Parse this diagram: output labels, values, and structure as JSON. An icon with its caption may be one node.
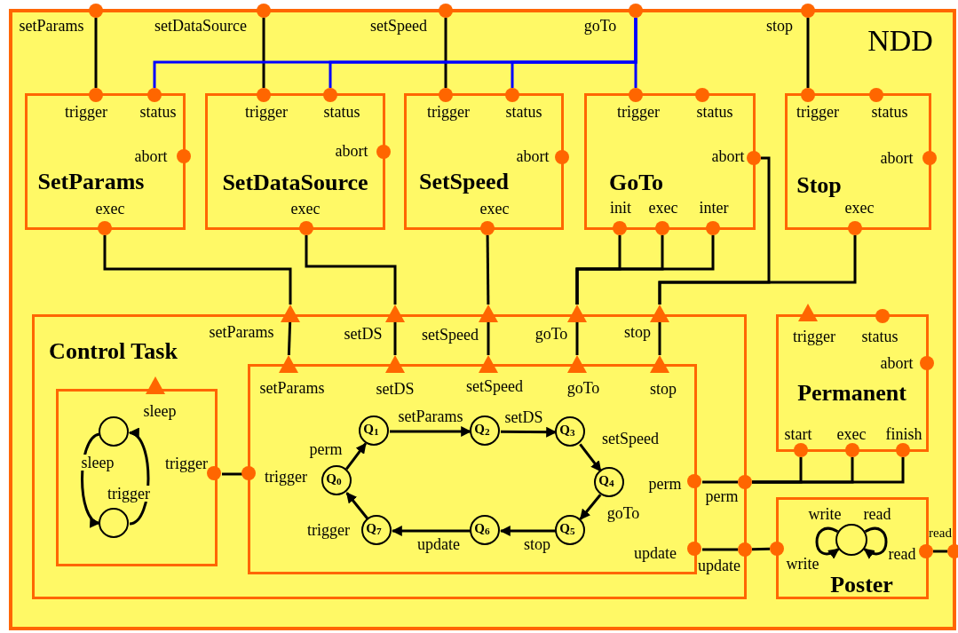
{
  "diagram": {
    "nodes": [
      {
        "text": [
          "NDD"
        ]
      },
      {
        "text": [
          "SetParams"
        ],
        "in": 0
      },
      {
        "text": [
          "SetDataSource"
        ],
        "in": 0
      },
      {
        "text": [
          "SetSpeed"
        ],
        "in": 0
      },
      {
        "text": [
          "GoTo"
        ],
        "in": 0
      },
      {
        "text": [
          "Stop"
        ],
        "in": 0
      },
      {
        "text": [
          "Control Task"
        ],
        "in": 0
      },
      {
        "text": [],
        "shape": "box",
        "in": 6
      },
      {
        "text": [],
        "shape": "circle",
        "in": 7
      },
      {
        "text": [],
        "shape": "circle",
        "in": 7
      },
      {
        "text": [],
        "shape": "box",
        "in": 6
      },
      {
        "text": [
          "Q$_{0}$"
        ],
        "in": 10
      },
      {
        "text": [
          "Q$_{1}$"
        ],
        "in": 10
      },
      {
        "text": [
          "Q$_{2}$"
        ],
        "in": 10
      },
      {
        "text": [
          "Q$_{3}$"
        ],
        "in": 10
      },
      {
        "text": [
          "Q$_{4}$"
        ],
        "in": 10
      },
      {
        "text": [
          "Q$_{5}$"
        ],
        "in": 10
      },
      {
        "text": [
          "Q$_{6}$"
        ],
        "in": 10
      },
      {
        "text": [
          "Q$_{7}$"
        ],
        "in": 10
      },
      {
        "text": [
          "Permanent"
        ],
        "in": 0
      },
      {
        "text": [
          "Poster"
        ],
        "in": 0
      },
      {
        "text": [],
        "shape": "circle",
        "in": 20
      },
      {
        "text": [],
        "shape": "circle",
        "beside": [
          "setParams"
        ]
      },
      {
        "text": [],
        "shape": "circle",
        "beside": [
          "setDataSource"
        ]
      },
      {
        "text": [],
        "shape": "circle",
        "beside": [
          "setSpeed"
        ]
      },
      {
        "text": [],
        "shape": "circle",
        "beside": [
          "goTo"
        ]
      },
      {
        "text": [],
        "shape": "circle",
        "beside": [
          "stop"
        ]
      },
      {
        "text": [],
        "shape": "circle",
        "in": 0,
        "beside": [
          "trigger"
        ]
      },
      {
        "text": [],
        "shape": "circle",
        "in": 0,
        "beside": [
          "status"
        ]
      },
      {
        "text": [],
        "shape": "circle",
        "in": 1,
        "beside": [
          "abort"
        ]
      },
      {
        "text": [],
        "shape": "circle",
        "in": 1,
        "beside": [
          "exec"
        ]
      },
      {
        "text": [],
        "shape": "circle",
        "in": 0,
        "beside": [
          "trigger"
        ]
      },
      {
        "text": [],
        "shape": "circle",
        "in": 0,
        "beside": [
          "status"
        ]
      },
      {
        "text": [],
        "shape": "circle",
        "in": 2,
        "beside": [
          "abort"
        ]
      },
      {
        "text": [],
        "shape": "circle",
        "in": 2,
        "beside": [
          "exec"
        ]
      },
      {
        "text": [],
        "shape": "circle",
        "in": 0,
        "beside": [
          "trigger"
        ]
      },
      {
        "text": [],
        "shape": "circle",
        "in": 0,
        "beside": [
          "status"
        ]
      },
      {
        "text": [],
        "shape": "circle",
        "in": 3,
        "beside": [
          "abort"
        ]
      },
      {
        "text": [],
        "shape": "circle",
        "in": 3,
        "beside": [
          "exec"
        ]
      },
      {
        "text": [],
        "shape": "circle",
        "in": 0,
        "beside": [
          "trigger"
        ]
      },
      {
        "text": [],
        "shape": "circle",
        "in": 0,
        "beside": [
          "status"
        ]
      },
      {
        "text": [],
        "shape": "circle",
        "in": 4,
        "beside": [
          "abort"
        ]
      },
      {
        "text": [],
        "shape": "circle",
        "in": 4,
        "beside": [
          "init"
        ]
      },
      {
        "text": [],
        "shape": "circle",
        "in": 4,
        "beside": [
          "exec"
        ]
      },
      {
        "text": [],
        "shape": "circle",
        "in": 4,
        "beside": [
          "inter"
        ]
      },
      {
        "text": [],
        "shape": "circle",
        "in": 0,
        "beside": [
          "trigger"
        ]
      },
      {
        "text": [],
        "shape": "circle",
        "in": 0,
        "beside": [
          "status"
        ]
      },
      {
        "text": [],
        "shape": "circle",
        "in": 5,
        "beside": [
          "abort"
        ]
      },
      {
        "text": [],
        "shape": "circle",
        "in": 5,
        "beside": [
          "exec"
        ]
      },
      {
        "text": [],
        "shape": "triangle",
        "in": 0,
        "beside": [
          "setParams"
        ]
      },
      {
        "text": [],
        "shape": "triangle",
        "in": 0,
        "beside": [
          "setDS"
        ]
      },
      {
        "text": [],
        "shape": "triangle",
        "in": 0,
        "beside": [
          "setSpeed"
        ]
      },
      {
        "text": [],
        "shape": "triangle",
        "in": 0,
        "beside": [
          "goTo"
        ]
      },
      {
        "text": [],
        "shape": "triangle",
        "in": 0,
        "beside": [
          "stop"
        ]
      },
      {
        "text": [],
        "shape": "triangle",
        "in": 6,
        "beside": [
          "setParams"
        ]
      },
      {
        "text": [],
        "shape": "triangle",
        "in": 6,
        "beside": [
          "setDS"
        ]
      },
      {
        "text": [],
        "shape": "triangle",
        "in": 6,
        "beside": [
          "setSpeed"
        ]
      },
      {
        "text": [],
        "shape": "triangle",
        "in": 6,
        "beside": [
          "goTo"
        ]
      },
      {
        "text": [],
        "shape": "triangle",
        "in": 6,
        "beside": [
          "stop"
        ]
      },
      {
        "text": [],
        "shape": "triangle",
        "in": 6,
        "beside": [
          "sleep"
        ]
      },
      {
        "text": [],
        "shape": "circle",
        "in": 7,
        "beside": [
          "trigger"
        ]
      },
      {
        "text": [],
        "shape": "circle",
        "in": 10,
        "beside": [
          "trigger"
        ]
      },
      {
        "text": [],
        "shape": "circle",
        "in": 10,
        "beside": [
          "perm"
        ]
      },
      {
        "text": [],
        "shape": "circle",
        "in": 10,
        "beside": [
          "update"
        ]
      },
      {
        "text": [],
        "shape": "circle",
        "in": 6,
        "beside": [
          "perm"
        ]
      },
      {
        "text": [],
        "shape": "circle",
        "in": 6,
        "beside": [
          "update"
        ]
      },
      {
        "text": [],
        "shape": "triangle",
        "in": 0,
        "beside": [
          "trigger"
        ]
      },
      {
        "text": [],
        "shape": "circle",
        "in": 0,
        "beside": [
          "status"
        ]
      },
      {
        "text": [],
        "shape": "circle",
        "in": 19,
        "beside": [
          "abort"
        ]
      },
      {
        "text": [],
        "shape": "circle",
        "in": 19,
        "beside": [
          "start"
        ]
      },
      {
        "text": [],
        "shape": "circle",
        "in": 19,
        "beside": [
          "exec"
        ]
      },
      {
        "text": [],
        "shape": "circle",
        "in": 19,
        "beside": [
          "finish"
        ]
      },
      {
        "text": [],
        "shape": "circle",
        "in": 20,
        "beside": [
          "write"
        ]
      },
      {
        "text": [],
        "shape": "circle",
        "in": 20,
        "beside": [
          "read"
        ]
      },
      {
        "text": [],
        "shape": "circle",
        "in": 0,
        "beside": [
          "read"
        ]
      }
    ],
    "edges": [
      {
        "from": 22,
        "to": 27,
        "arrow": "none"
      },
      {
        "from": 23,
        "to": 31,
        "arrow": "none"
      },
      {
        "from": 24,
        "to": 35,
        "arrow": "none"
      },
      {
        "from": 25,
        "to": 39,
        "arrow": "none",
        "color": "#0000ff"
      },
      {
        "from": 25,
        "to": 28,
        "arrow": "none",
        "color": "#0000ff"
      },
      {
        "from": 25,
        "to": 32,
        "arrow": "none",
        "color": "#0000ff"
      },
      {
        "from": 25,
        "to": 36,
        "arrow": "none",
        "color": "#0000ff"
      },
      {
        "from": 26,
        "to": 45,
        "arrow": "none"
      },
      {
        "from": 30,
        "to": 49,
        "arrow": "none"
      },
      {
        "from": 34,
        "to": 50,
        "arrow": "none"
      },
      {
        "from": 38,
        "to": 51,
        "arrow": "none"
      },
      {
        "from": 42,
        "to": 52,
        "arrow": "none"
      },
      {
        "from": 43,
        "to": 52,
        "arrow": "none"
      },
      {
        "from": 44,
        "to": 52,
        "arrow": "none"
      },
      {
        "from": 48,
        "to": 53,
        "arrow": "none"
      },
      {
        "from": 41,
        "to": 53,
        "arrow": "none"
      },
      {
        "from": 49,
        "to": 54,
        "arrow": "none"
      },
      {
        "from": 50,
        "to": 55,
        "arrow": "none"
      },
      {
        "from": 51,
        "to": 56,
        "arrow": "none"
      },
      {
        "from": 52,
        "to": 57,
        "arrow": "none"
      },
      {
        "from": 53,
        "to": 58,
        "arrow": "none"
      },
      {
        "from": 60,
        "to": 61,
        "arrow": "none"
      },
      {
        "from": 62,
        "to": 64,
        "arrow": "none"
      },
      {
        "from": 64,
        "to": 69,
        "arrow": "none"
      },
      {
        "from": 64,
        "to": 70,
        "arrow": "none"
      },
      {
        "from": 64,
        "to": 71,
        "arrow": "none"
      },
      {
        "from": 63,
        "to": 65,
        "arrow": "none"
      },
      {
        "from": 65,
        "to": 72,
        "arrow": "none"
      },
      {
        "from": 73,
        "to": 74,
        "arrow": "none"
      },
      {
        "from": 8,
        "to": 9,
        "arrow": "to",
        "label": "sleep"
      },
      {
        "from": 9,
        "to": 8,
        "arrow": "to",
        "label": "trigger"
      },
      {
        "from": 21,
        "to": 21,
        "arrow": "to",
        "label": "write"
      },
      {
        "from": 21,
        "to": 21,
        "arrow": "to",
        "label": "read"
      },
      {
        "from": 11,
        "to": 12,
        "arrow": "to",
        "label": "perm"
      },
      {
        "from": 12,
        "to": 13,
        "arrow": "to",
        "label": "setParams"
      },
      {
        "from": 13,
        "to": 14,
        "arrow": "to",
        "label": "setDS"
      },
      {
        "from": 14,
        "to": 15,
        "arrow": "to",
        "label": "setSpeed"
      },
      {
        "from": 15,
        "to": 16,
        "arrow": "to",
        "label": "goTo"
      },
      {
        "from": 16,
        "to": 17,
        "arrow": "to",
        "label": "stop"
      },
      {
        "from": 17,
        "to": 18,
        "arrow": "to",
        "label": "update"
      },
      {
        "from": 18,
        "to": 11,
        "arrow": "to",
        "label": "trigger"
      }
    ]
  }
}
